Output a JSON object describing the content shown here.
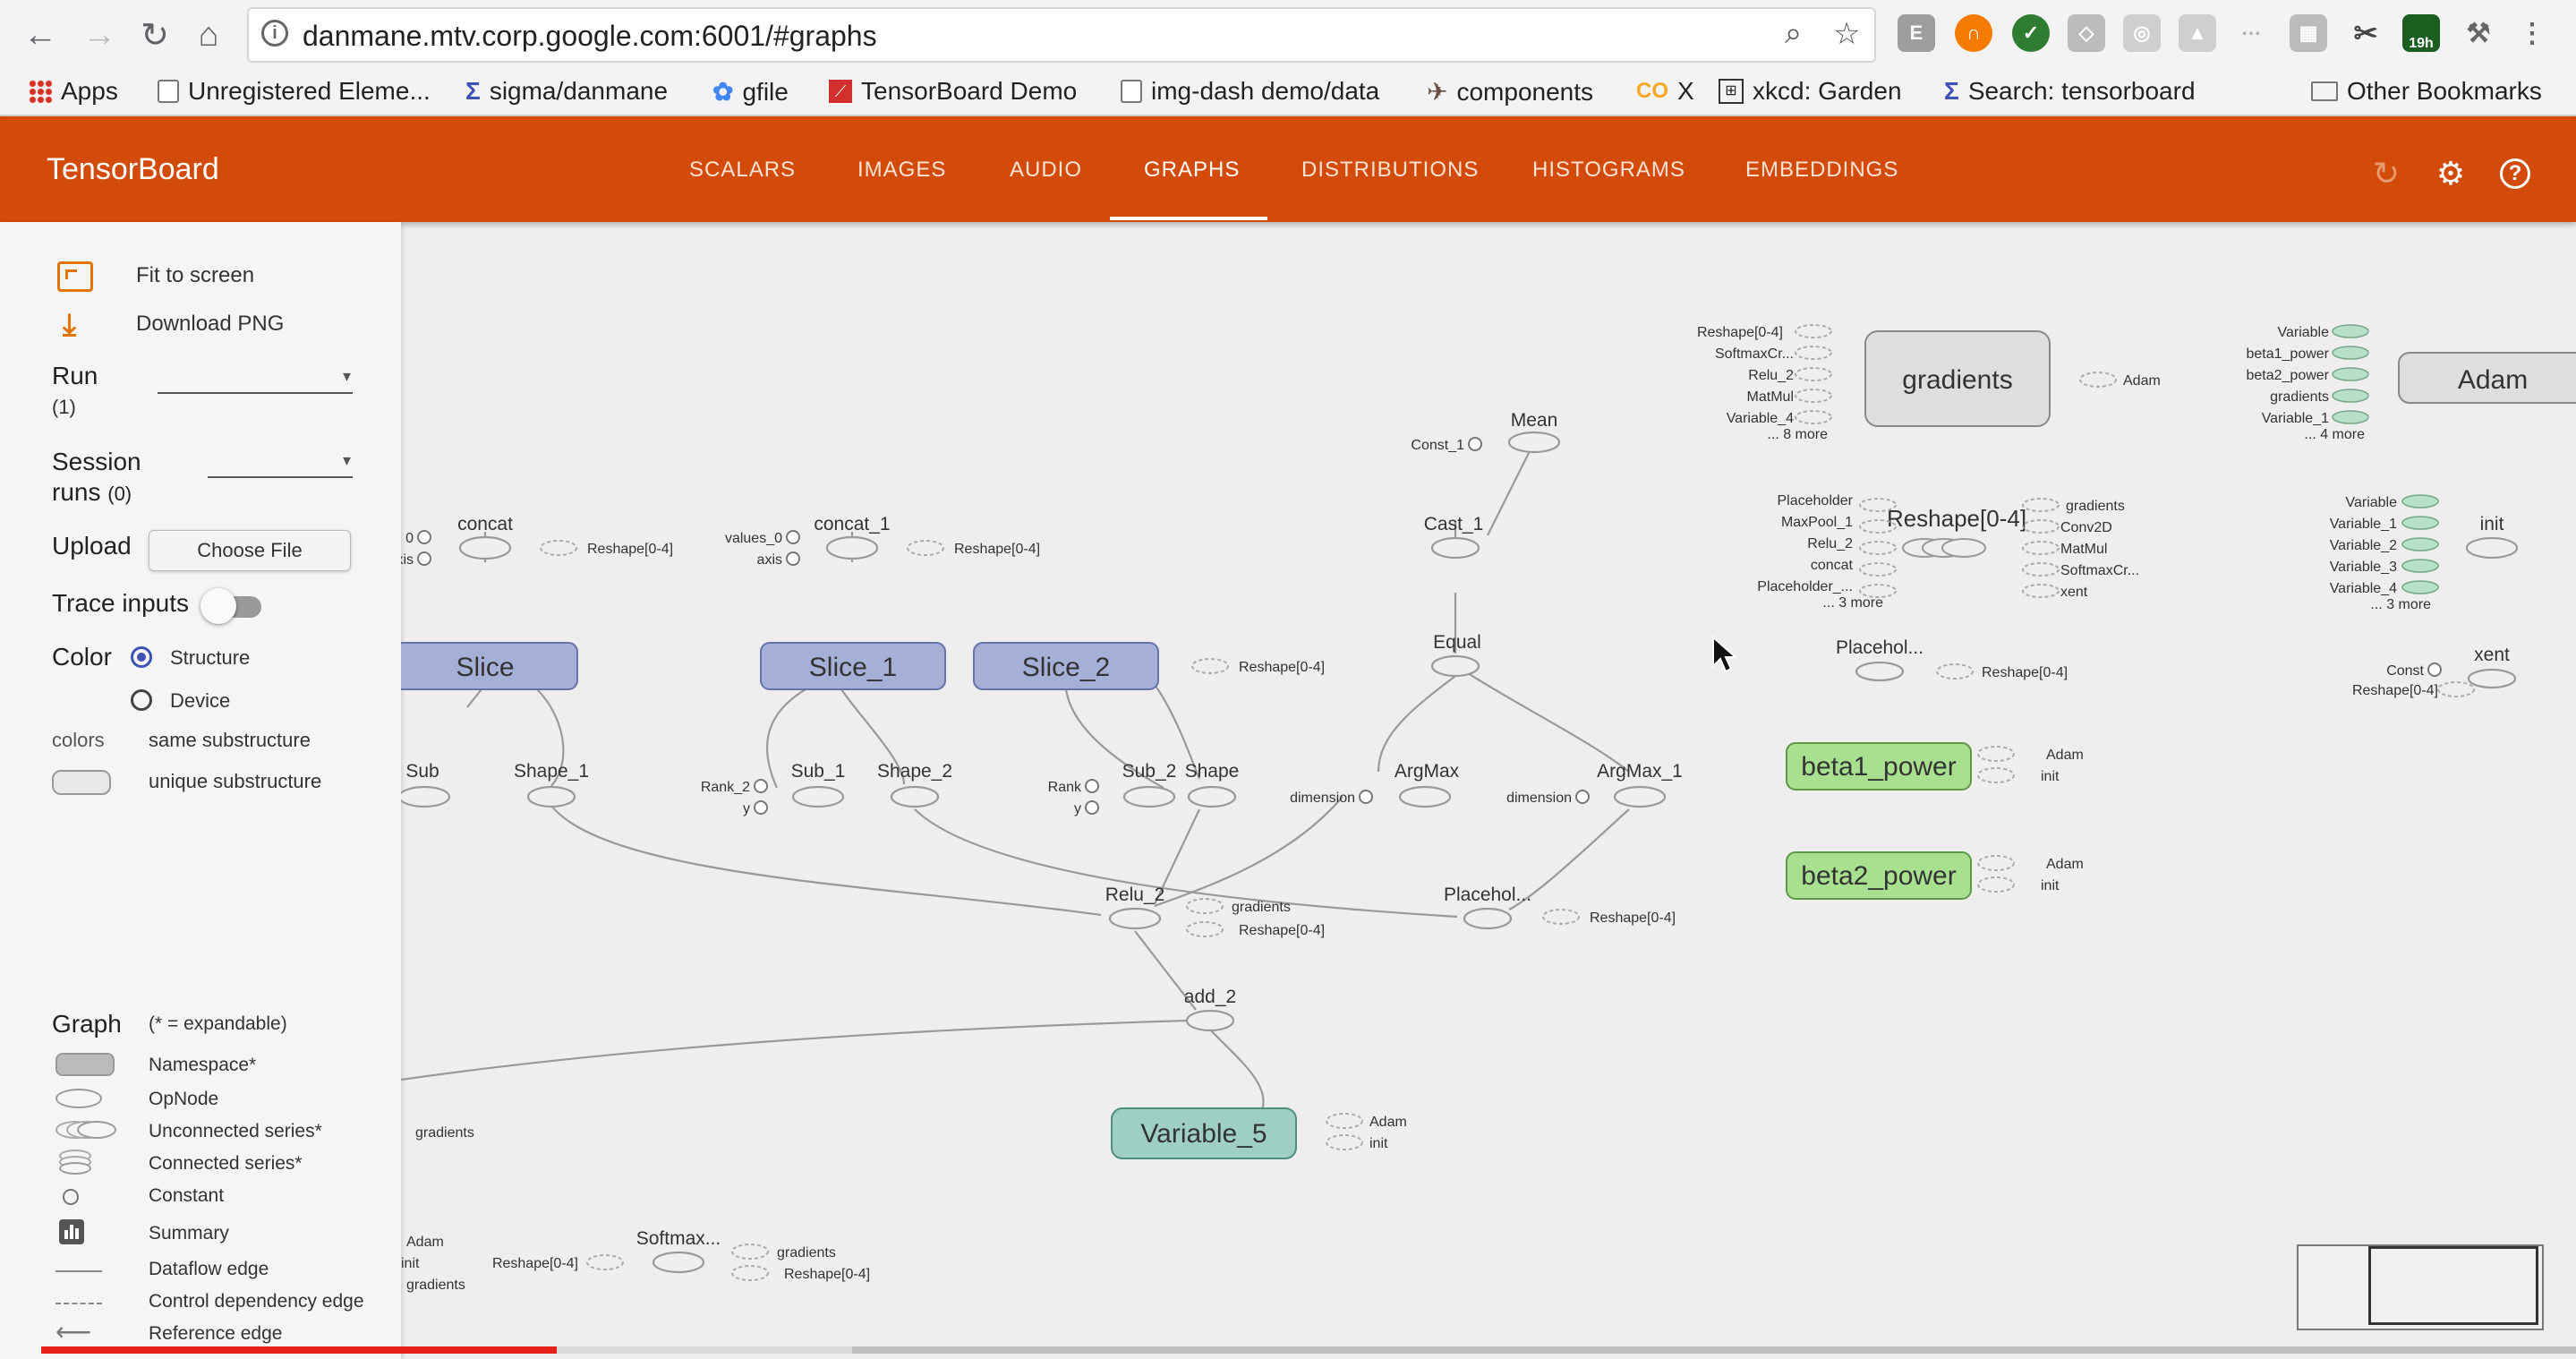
{
  "browser": {
    "url": "danmane.mtv.corp.google.com:6001/#graphs",
    "extension_badge": "19h",
    "bookmarks": [
      {
        "label": "Apps",
        "icon": "apps-grid-icon"
      },
      {
        "label": "Unregistered Eleme...",
        "icon": "page-icon"
      },
      {
        "label": "sigma/danmane",
        "icon": "sigma-icon"
      },
      {
        "label": "gfile",
        "icon": "gfile-icon"
      },
      {
        "label": "TensorBoard Demo",
        "icon": "chart-icon"
      },
      {
        "label": "img-dash demo/data",
        "icon": "page-icon"
      },
      {
        "label": "components",
        "icon": "bird-icon"
      },
      {
        "label": "X",
        "icon": "co-icon"
      },
      {
        "label": "xkcd: Garden",
        "icon": "xkcd-icon"
      },
      {
        "label": "Search: tensorboard",
        "icon": "sigma-icon"
      }
    ],
    "other_bookmarks": "Other Bookmarks",
    "co_prefix": "CO"
  },
  "header": {
    "title": "TensorBoard",
    "tabs": [
      "SCALARS",
      "IMAGES",
      "AUDIO",
      "GRAPHS",
      "DISTRIBUTIONS",
      "HISTOGRAMS",
      "EMBEDDINGS"
    ],
    "active_tab": "GRAPHS",
    "accent": "#d34b0a"
  },
  "sidebar": {
    "fit_to_screen": "Fit to screen",
    "download_png": "Download PNG",
    "run_label": "Run",
    "run_count": "(1)",
    "session_label": "Session",
    "runs_label": "runs",
    "runs_count": "(0)",
    "upload_label": "Upload",
    "choose_file": "Choose File",
    "trace_inputs": "Trace inputs",
    "color_label": "Color",
    "color_structure": "Structure",
    "color_device": "Device",
    "colors_label": "colors",
    "same_substructure": "same substructure",
    "unique_substructure": "unique substructure",
    "graph_label": "Graph",
    "expandable_note": "(* = expandable)",
    "legend": {
      "namespace": "Namespace*",
      "opnode": "OpNode",
      "unconnected": "Unconnected series*",
      "connected": "Connected series*",
      "constant": "Constant",
      "summary": "Summary",
      "dataflow": "Dataflow edge",
      "control": "Control dependency edge",
      "reference": "Reference edge"
    }
  },
  "graph": {
    "namespaces": {
      "slice": "Slice",
      "slice_1": "Slice_1",
      "slice_2": "Slice_2",
      "gradients": "gradients",
      "adam": "Adam",
      "variable_5": "Variable_5",
      "beta1_power": "beta1_power",
      "beta2_power": "beta2_power",
      "reshape": "Reshape[0-4]"
    },
    "ops": {
      "concat": "concat",
      "concat_1": "concat_1",
      "mean": "Mean",
      "cast_1": "Cast_1",
      "equal": "Equal",
      "argmax": "ArgMax",
      "argmax_1": "ArgMax_1",
      "sub": "Sub",
      "shape_1": "Shape_1",
      "sub_1": "Sub_1",
      "shape_2": "Shape_2",
      "sub_2": "Sub_2",
      "shape": "Shape",
      "relu_2": "Relu_2",
      "placehol": "Placehol...",
      "add_2": "add_2",
      "softmax": "Softmax...",
      "placehol_right": "Placehol...",
      "init": "init",
      "xent": "xent"
    },
    "labels": {
      "const_1": "Const_1",
      "values_0": "values_0",
      "axis": "axis",
      "zero_frag": "0",
      "axis_frag": "xis",
      "rank_2": "Rank_2",
      "rank": "Rank",
      "y": "y",
      "dimension": "dimension",
      "reshape_ref": "Reshape[0-4]",
      "gradients": "gradients",
      "adam": "Adam",
      "init": "init",
      "const": "Const",
      "gradients_inputs": [
        "Reshape[0-4]",
        "SoftmaxCr...",
        "Relu_2",
        "MatMul",
        "Variable_4",
        "... 8 more"
      ],
      "adam_inputs": [
        "Variable",
        "beta1_power",
        "beta2_power",
        "gradients",
        "Variable_1",
        "... 4 more"
      ],
      "reshape_inputs": [
        "Placeholder",
        "MaxPool_1",
        "Relu_2",
        "concat",
        "Placeholder_...",
        "... 3 more"
      ],
      "reshape_outputs": [
        "gradients",
        "Conv2D",
        "MatMul",
        "SoftmaxCr...",
        "xent"
      ],
      "init_inputs": [
        "Variable",
        "Variable_1",
        "Variable_2",
        "Variable_3",
        "Variable_4",
        "... 3 more"
      ]
    }
  }
}
